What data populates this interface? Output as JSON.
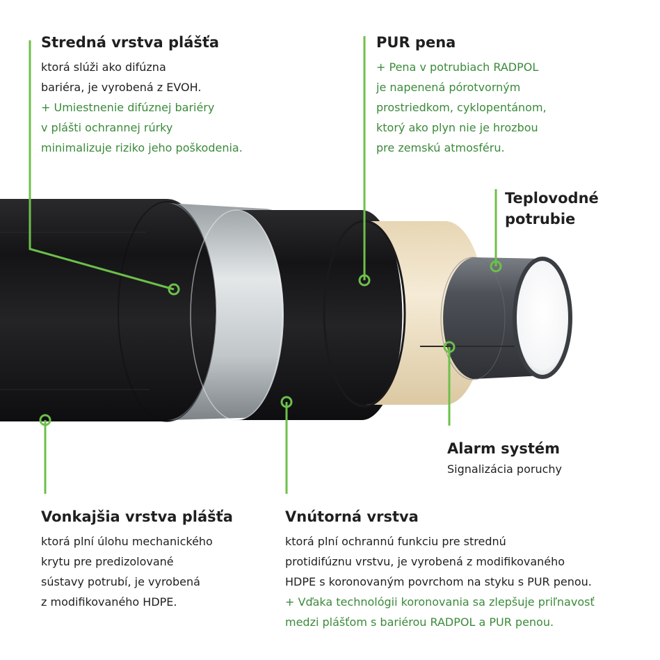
{
  "colors": {
    "accent_green": "#6cc04a",
    "text_green": "#3a8a3a",
    "text_dark": "#1f1f1f",
    "pipe_black": "#1b1b1d",
    "barrier_gray": "#cfd4d6",
    "pur_foam": "#f0e3c8",
    "steel_pipe": "#4a4d53"
  },
  "labels": {
    "middle_layer": {
      "title": "Stredná vrstva plášťa",
      "lines": [
        {
          "text": "ktorá slúži ako difúzna",
          "green": false
        },
        {
          "text": "bariéra, je vyrobená z EVOH.",
          "green": false
        },
        {
          "text": "+ Umiestnenie difúznej bariéry",
          "green": true
        },
        {
          "text": "v plášti ochrannej rúrky",
          "green": true
        },
        {
          "text": "minimalizuje riziko jeho poškodenia.",
          "green": true
        }
      ]
    },
    "pur_foam": {
      "title": "PUR pena",
      "lines": [
        {
          "text": "+ Pena v potrubiach RADPOL",
          "green": true
        },
        {
          "text": "je napenená pórotvorným",
          "green": true
        },
        {
          "text": "prostriedkom, cyklopentánom,",
          "green": true
        },
        {
          "text": "ktorý ako plyn nie je hrozbou",
          "green": true
        },
        {
          "text": "pre zemskú atmosféru.",
          "green": true
        }
      ]
    },
    "heating_pipe": {
      "title_line1": "Teplovodné",
      "title_line2": "potrubie"
    },
    "alarm": {
      "title": "Alarm systém",
      "lines": [
        {
          "text": "Signalizácia poruchy",
          "green": false
        }
      ]
    },
    "outer_layer": {
      "title": "Vonkajšia vrstva plášťa",
      "lines": [
        {
          "text": "ktorá plní úlohu mechanického",
          "green": false
        },
        {
          "text": "krytu pre predizolované",
          "green": false
        },
        {
          "text": "sústavy potrubí, je vyrobená",
          "green": false
        },
        {
          "text": "z modifikovaného HDPE.",
          "green": false
        }
      ]
    },
    "inner_layer": {
      "title": "Vnútorná vrstva",
      "lines": [
        {
          "text": "ktorá plní ochrannú funkciu pre strednú",
          "green": false
        },
        {
          "text": "protidifúznu vrstvu, je vyrobená z modifikovaného",
          "green": false
        },
        {
          "text": "HDPE  s koronovaným povrchom na styku s PUR penou.",
          "green": false
        },
        {
          "text": "+ Vďaka technológii koronovania sa zlepšuje priľnavosť",
          "green": true
        },
        {
          "text": "medzi plášťom s bariérou RADPOL a PUR penou.",
          "green": true
        }
      ]
    }
  }
}
